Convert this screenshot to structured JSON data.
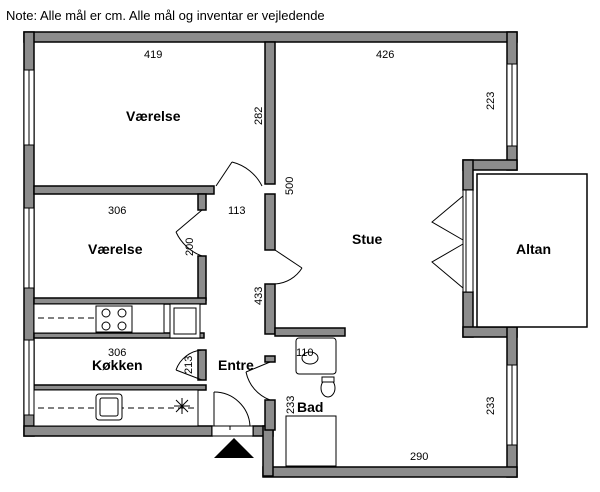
{
  "note": "Note: Alle mål er cm. Alle mål og inventar er vejledende",
  "rooms": {
    "vaerelse1": "Værelse",
    "vaerelse2": "Værelse",
    "stue": "Stue",
    "altan": "Altan",
    "kokken": "Køkken",
    "entre": "Entre",
    "bad": "Bad"
  },
  "dims": {
    "d419": "419",
    "d426": "426",
    "d282": "282",
    "d223a": "223",
    "d500": "500",
    "d306a": "306",
    "d113": "113",
    "d200": "200",
    "d433": "433",
    "d306b": "306",
    "d213": "213",
    "d110": "110",
    "d233a": "233",
    "d233b": "233",
    "d290": "290"
  }
}
